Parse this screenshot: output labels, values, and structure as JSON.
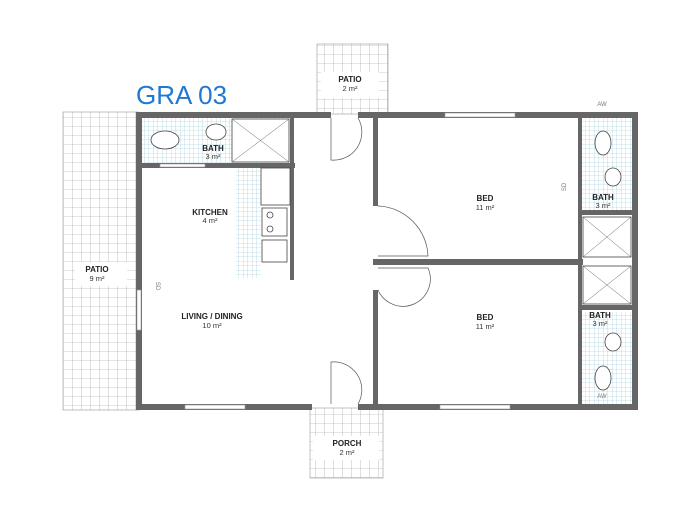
{
  "title": "GRA 03",
  "colors": {
    "title": "#1f78d1",
    "wall": "#666666",
    "tile": "#b9dfe8"
  },
  "rooms": [
    {
      "name": "PATIO",
      "area": "2 m²",
      "id": "patio-top"
    },
    {
      "name": "BATH",
      "area": "3 m²",
      "id": "bath-left"
    },
    {
      "name": "KITCHEN",
      "area": "4 m²",
      "id": "kitchen"
    },
    {
      "name": "PATIO",
      "area": "9 m²",
      "id": "patio-left"
    },
    {
      "name": "LIVING / DINING",
      "area": "10 m²",
      "id": "living-dining"
    },
    {
      "name": "BED",
      "area": "11 m²",
      "id": "bed-top"
    },
    {
      "name": "BED",
      "area": "11 m²",
      "id": "bed-bottom"
    },
    {
      "name": "BATH",
      "area": "3 m²",
      "id": "bath-right-top"
    },
    {
      "name": "BATH",
      "area": "3 m²",
      "id": "bath-right-bottom"
    },
    {
      "name": "PORCH",
      "area": "2 m²",
      "id": "porch"
    }
  ],
  "annotations": {
    "aw_top": "AW",
    "aw_bottom": "AW",
    "sd_left": "SD",
    "sd_right": "SD"
  }
}
